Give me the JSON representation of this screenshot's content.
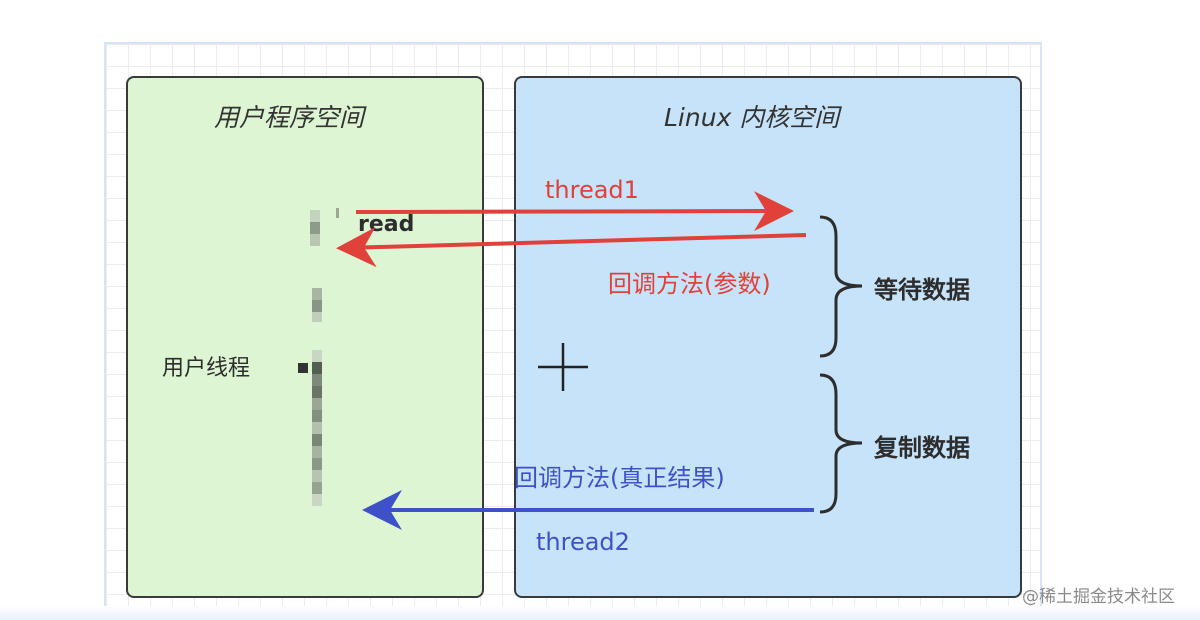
{
  "user_panel": {
    "title": "用户程序空间",
    "thread_label": "用户线程",
    "read_label": "read"
  },
  "kernel_panel": {
    "title": "Linux 内核空间",
    "thread1_label": "thread1",
    "callback_params_label": "回调方法(参数)",
    "callback_result_label": "回调方法(真正结果)",
    "thread2_label": "thread2",
    "wait_data_label": "等待数据",
    "copy_data_label": "复制数据"
  },
  "watermark": "@稀土掘金技术社区",
  "colors": {
    "user_bg": "#ddf5d2",
    "kernel_bg": "#c6e3f9",
    "red_arrow": "#e0413a",
    "blue_arrow": "#3f51c6"
  }
}
